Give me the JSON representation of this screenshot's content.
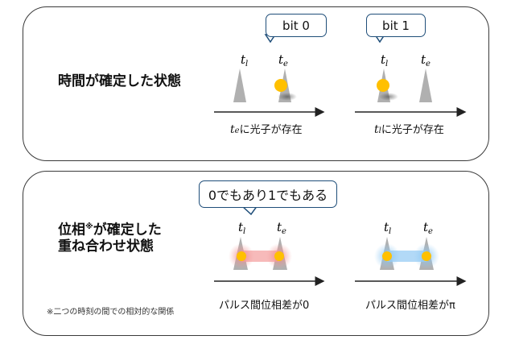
{
  "top_panel": {
    "title": "時間が確定した状態",
    "callout_left": "bit 0",
    "callout_right": "bit 1",
    "caption_left_var": "e",
    "caption_left_text": "に光子が存在",
    "caption_right_var": "l",
    "caption_right_text": "に光子が存在"
  },
  "bottom_panel": {
    "title_line1_a": "位相",
    "title_line1_mark": "※",
    "title_line1_b": "が確定した",
    "title_line2": "重ね合わせ状態",
    "callout": "0でもあり1でもある",
    "caption_left": "パルス間位相差が0",
    "caption_right": "パルス間位相差がπ",
    "footnote": "※二つの時刻の間での相対的な関係"
  },
  "labels": {
    "t": "t",
    "late": "l",
    "early": "e"
  },
  "colors": {
    "peak": "#b0b0b0",
    "photon": "#ffc000",
    "glow_red": "#f4a3a3",
    "glow_blue": "#9fd0f5",
    "callout_border": "#1f4e79",
    "panel_border": "#3a3a3a"
  }
}
